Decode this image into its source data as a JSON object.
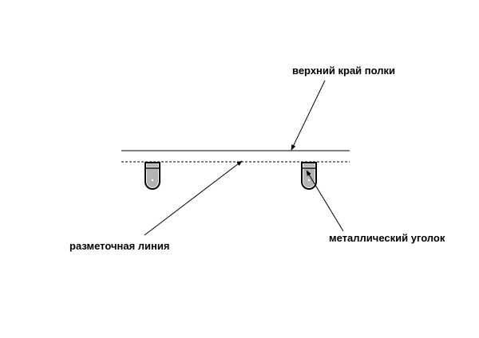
{
  "labels": {
    "shelf_top_edge": "верхний край полки",
    "marking_line": "разметочная линия",
    "metal_bracket": "металлический уголок"
  },
  "colors": {
    "stroke": "#000000",
    "bracket_fill": "#b3b3b3",
    "background": "#ffffff"
  },
  "icons": {
    "bracket": "metal-bracket-icon",
    "arrowhead": "arrowhead-icon"
  }
}
